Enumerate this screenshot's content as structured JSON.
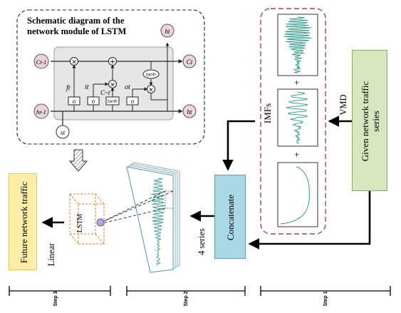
{
  "lstm_panel": {
    "title_line1": "Schematic diagram of the",
    "title_line2": "network module of LSTM",
    "labels": {
      "c_prev": "Ct-1",
      "c_t": "Ct",
      "h_prev": "ht-1",
      "h_out": "ht",
      "h_top": "ht",
      "x_t": "xt",
      "f_t": "ft",
      "i_t": "it",
      "c_tilde": "C~t",
      "o_t": "ot"
    },
    "ops": {
      "multiply": "×",
      "add": "+",
      "tanh": "tanh",
      "sigma": "σ"
    }
  },
  "imf_panel": {
    "label": "IMFs",
    "plus": "+"
  },
  "boxes": {
    "given": "Given network traffic series",
    "concatenate": "Concatenate",
    "future": "Future network traffic",
    "lstm": "LSTM"
  },
  "arrows": {
    "vmd": "VMD",
    "four_series": "4 series",
    "linear": "Linear"
  },
  "steps": [
    "Step 3",
    "Step 2",
    "Step 1"
  ],
  "colors": {
    "accent_green_fill": "#d6e7bf",
    "accent_green_border": "#8faa5c",
    "concat_fill": "#a9d9e6",
    "concat_border": "#5a9fb3",
    "future_fill": "#fdeea7",
    "dashed_red": "#b5413e",
    "lstm_orange": "#e67e22",
    "signal": "#2e9a8a",
    "pink_node": "#ecd3d6"
  }
}
